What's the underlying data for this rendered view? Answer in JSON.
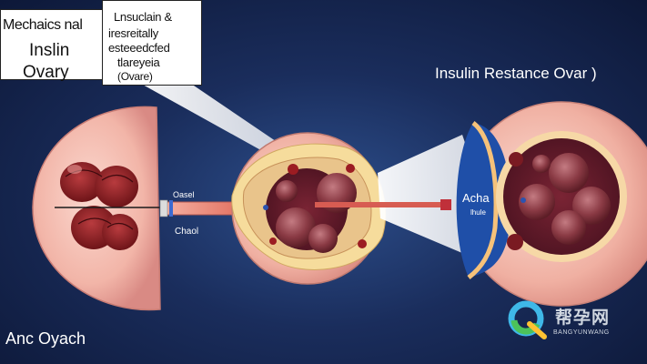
{
  "colors": {
    "background_center": "#2d4f8c",
    "background_edge": "#0d1838",
    "ovary_pink": "#f2b5a8",
    "follicle_red": "#8e1e24",
    "cyst_maroon": "#7a2a34",
    "pointer_blue": "#1f4fa8",
    "label_bg": "#ffffff"
  },
  "title_box": {
    "line1": "Mechaics nal",
    "line2": "Inslin",
    "line3": "Ovary"
  },
  "note_box": {
    "line1": "Lnsuclain &",
    "line2": "iresreitally",
    "line3": "esteeedcfed",
    "line4": "tlareyeia",
    "line5": "(Ovare)"
  },
  "right_title": "Insulin Restance Ovar )",
  "bottom_left_label": "Anc Oyach",
  "left_small_top": "Oasel",
  "left_small_bottom": "Chaol",
  "zoom_label": "Acha",
  "zoom_sublabel": "lhule",
  "watermark": {
    "cn": "帮孕网",
    "en": "BANGYUNWANG",
    "icon": "q-logo-icon"
  }
}
